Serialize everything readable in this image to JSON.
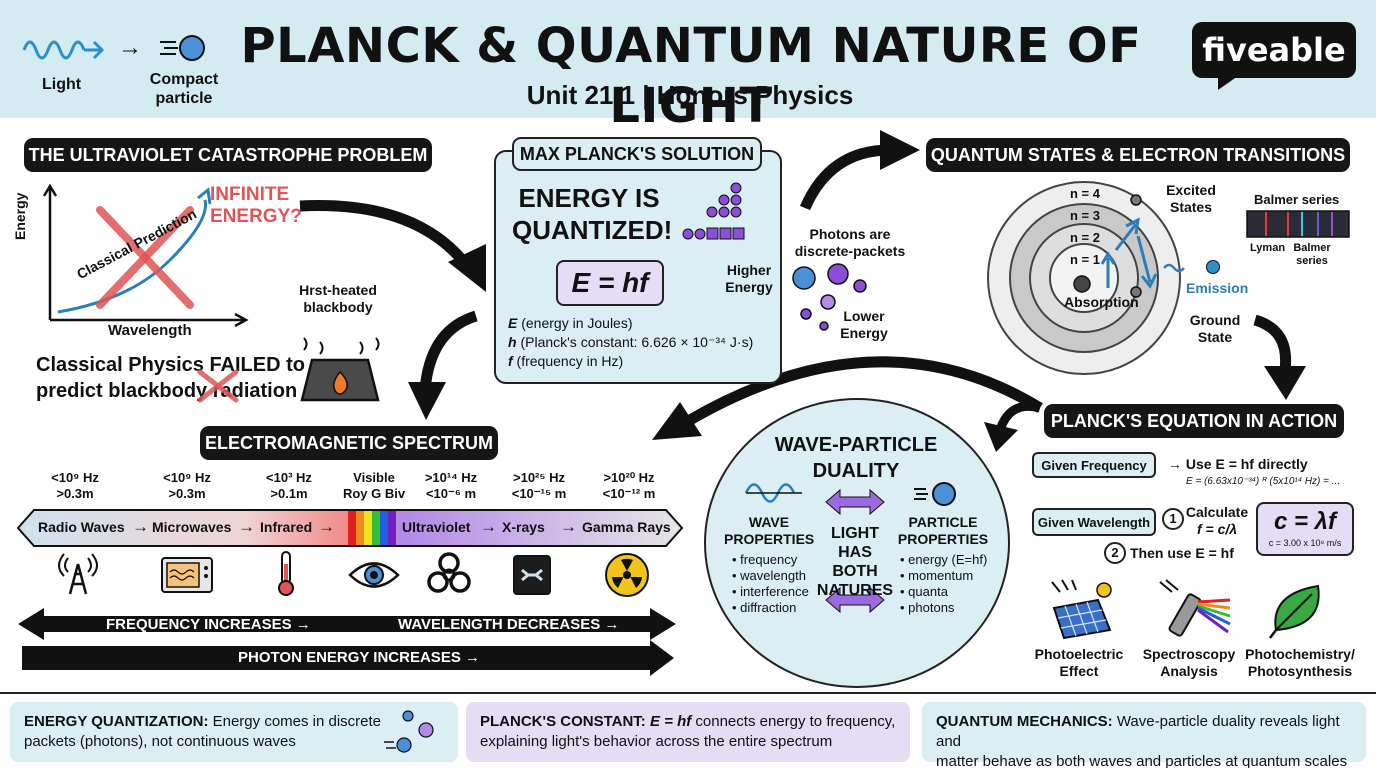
{
  "header": {
    "title": "PLANCK & QUANTUM NATURE OF LIGHT",
    "subtitle": "Unit 21.1 | Honors Physics",
    "logo_text": "fiveable",
    "light_label": "Light",
    "particle_label_1": "Compact",
    "particle_label_2": "particle"
  },
  "uv": {
    "heading": "THE ULTRAVIOLET CATASTROPHE PROBLEM",
    "infinite_1": "INFINITE",
    "infinite_2": "ENERGY?",
    "y_axis": "Energy",
    "x_axis": "Wavelength",
    "classical_prediction": "Classical Prediction",
    "blackbody_1": "Hrst-heated",
    "blackbody_2": "blackbody",
    "failed_line_1": "Classical Physics FAILED to",
    "failed_line_2": "predict blackbody radiation"
  },
  "planck": {
    "heading": "MAX PLANCK'S SOLUTION",
    "quantized_1": "ENERGY IS",
    "quantized_2": "QUANTIZED!",
    "equation": "E = hf",
    "higher_1": "Higher",
    "higher_2": "Energy",
    "def_e_sym": "E",
    "def_e": " (energy in Joules)",
    "def_h_sym": "h",
    "def_h": " (Planck's constant: 6.626 × 10⁻³⁴ J·s)",
    "def_f_sym": "f",
    "def_f": " (frequency in Hz)",
    "photons_1": "Photons are",
    "photons_2": "discrete-packets",
    "lower_1": "Lower",
    "lower_2": "Energy"
  },
  "quantum": {
    "heading": "QUANTUM STATES & ELECTRON TRANSITIONS",
    "n4": "n = 4",
    "n3": "n = 3",
    "n2": "n = 2",
    "n1": "n = 1",
    "excited_1": "Excited",
    "excited_2": "States",
    "absorption": "Absorption",
    "emission": "Emission",
    "ground_1": "Ground",
    "ground_2": "State",
    "balmer_title": "Balmer series",
    "lyman": "Lyman",
    "balmer_1": "Balmer",
    "balmer_2": "series"
  },
  "spectrum": {
    "heading": "ELECTROMAGNETIC SPECTRUM",
    "ranges": [
      {
        "hz": "<10⁹ Hz",
        "m": ">0.3m"
      },
      {
        "hz": "<10⁹ Hz",
        "m": ">0.3m"
      },
      {
        "hz": "<10³ Hz",
        "m": ">0.1m"
      },
      {
        "hz": "Visible",
        "m": "Roy G Biv"
      },
      {
        "hz": ">10¹⁴ Hz",
        "m": "<10⁻⁶ m"
      },
      {
        "hz": ">10²⁵ Hz",
        "m": "<10⁻¹⁵ m"
      },
      {
        "hz": ">10²⁰ Hz",
        "m": "<10⁻¹² m"
      }
    ],
    "radio": "Radio Waves",
    "micro": "Microwaves",
    "infrared": "Infrared",
    "ultraviolet": "Ultraviolet",
    "xrays": "X-rays",
    "gamma": "Gamma Rays",
    "arrow": "→",
    "freq_inc": "FREQUENCY INCREASES →",
    "wave_dec": "WAVELENGTH DECREASES →",
    "energy_inc": "PHOTON ENERGY INCREASES →"
  },
  "duality": {
    "title_1": "WAVE-PARTICLE",
    "title_2": "DUALITY",
    "wave_1": "WAVE",
    "wave_2": "PROPERTIES",
    "wave_items": [
      "frequency",
      "wavelength",
      "interference",
      "diffraction"
    ],
    "center_1": "LIGHT",
    "center_2": "HAS BOTH",
    "center_3": "NATURES",
    "particle_1": "PARTICLE",
    "particle_2": "PROPERTIES",
    "particle_items": [
      "energy (E=hf)",
      "momentum",
      "quanta",
      "photons"
    ]
  },
  "action": {
    "heading": "PLANCK'S EQUATION IN ACTION",
    "given_freq": "Given Frequency",
    "use_direct": "→ Use E = hf directly",
    "freq_calc": "E = (6.63x10⁻³⁴) ᴿ (5x10¹⁴ Hz) = ...",
    "given_wave": "Given Wavelength",
    "step1_num": "1",
    "step1_text_1": "Calculate",
    "step1_text_2": "f = c/λ",
    "step2_num": "2",
    "step2_text": "Then use E = hf",
    "c_eq": "c = λf",
    "c_val": "c = 3.00 x 10⁸ m/s",
    "app1_1": "Photoelectric",
    "app1_2": "Effect",
    "app2_1": "Spectroscopy",
    "app2_2": "Analysis",
    "app3_1": "Photochemistry/",
    "app3_2": "Photosynthesis"
  },
  "footer": {
    "b1_bold": "ENERGY QUANTIZATION:",
    "b1_text_1": " Energy comes in discrete",
    "b1_text_2": "packets (photons), not continuous waves",
    "b2_bold": "PLANCK'S CONSTANT:",
    "b2_eq": " E = hf",
    "b2_text_1": " connects energy to frequency,",
    "b2_text_2": "explaining light's behavior across the entire spectrum",
    "b3_bold": "QUANTUM MECHANICS:",
    "b3_text_1": " Wave-particle duality reveals light and",
    "b3_text_2": "matter behave as both waves and particles at quantum scales"
  },
  "colors": {
    "header_bg": "#d5ebf2",
    "panel_blue": "#dbeef3",
    "panel_purple": "#e5dcf5",
    "accent_red": "#e05555",
    "accent_blue": "#2a7fb8",
    "accent_purple": "#8a4fd6"
  }
}
